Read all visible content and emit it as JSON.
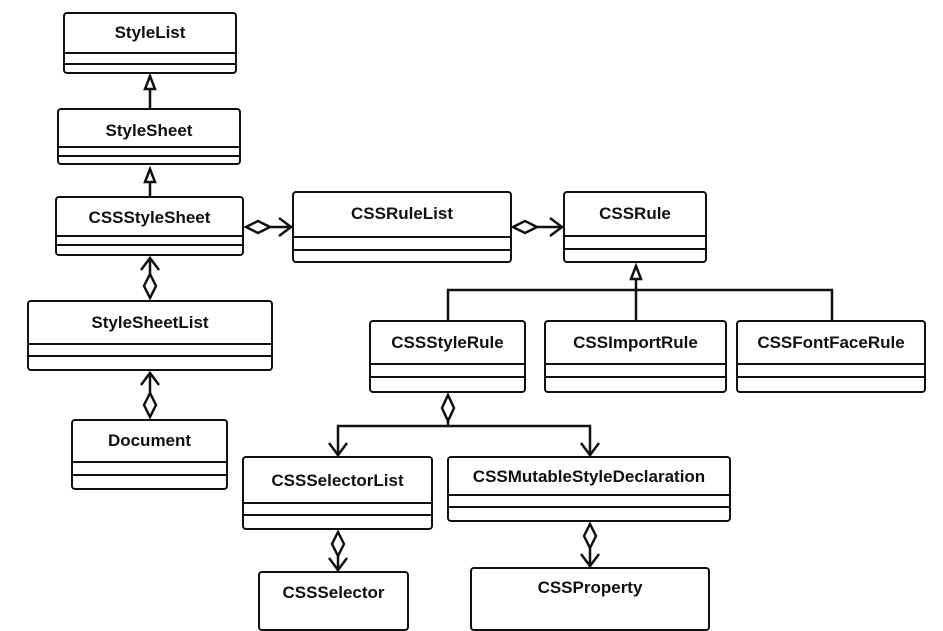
{
  "classes": {
    "stylelist": "StyleList",
    "stylesheet": "StyleSheet",
    "cssstylesheet": "CSSStyleSheet",
    "stylesheetlist": "StyleSheetList",
    "document": "Document",
    "cssrulelist": "CSSRuleList",
    "cssrule": "CSSRule",
    "cssstylerule": "CSSStyleRule",
    "cssimportrule": "CSSImportRule",
    "cssfontfacerule": "CSSFontFaceRule",
    "cssselectorlist": "CSSSelectorList",
    "cssmutablestyledeclaration": "CSSMutableStyleDeclaration",
    "cssselector": "CSSSelector",
    "cssproperty": "CSSProperty"
  },
  "relations": [
    {
      "type": "generalization",
      "from": "stylesheet",
      "to": "stylelist"
    },
    {
      "type": "generalization",
      "from": "cssstylesheet",
      "to": "stylesheet"
    },
    {
      "type": "aggregation",
      "whole": "cssstylesheet",
      "part": "cssrulelist"
    },
    {
      "type": "aggregation",
      "whole": "cssrulelist",
      "part": "cssrule"
    },
    {
      "type": "aggregation",
      "whole": "stylesheetlist",
      "part": "cssstylesheet"
    },
    {
      "type": "aggregation",
      "whole": "document",
      "part": "stylesheetlist"
    },
    {
      "type": "generalization",
      "from": "cssstylerule",
      "to": "cssrule"
    },
    {
      "type": "generalization",
      "from": "cssimportrule",
      "to": "cssrule"
    },
    {
      "type": "generalization",
      "from": "cssfontfacerule",
      "to": "cssrule"
    },
    {
      "type": "aggregation",
      "whole": "cssstylerule",
      "part": "cssselectorlist"
    },
    {
      "type": "aggregation",
      "whole": "cssstylerule",
      "part": "cssmutablestyledeclaration"
    },
    {
      "type": "aggregation",
      "whole": "cssselectorlist",
      "part": "cssselector"
    },
    {
      "type": "aggregation",
      "whole": "cssmutablestyledeclaration",
      "part": "cssproperty"
    }
  ]
}
